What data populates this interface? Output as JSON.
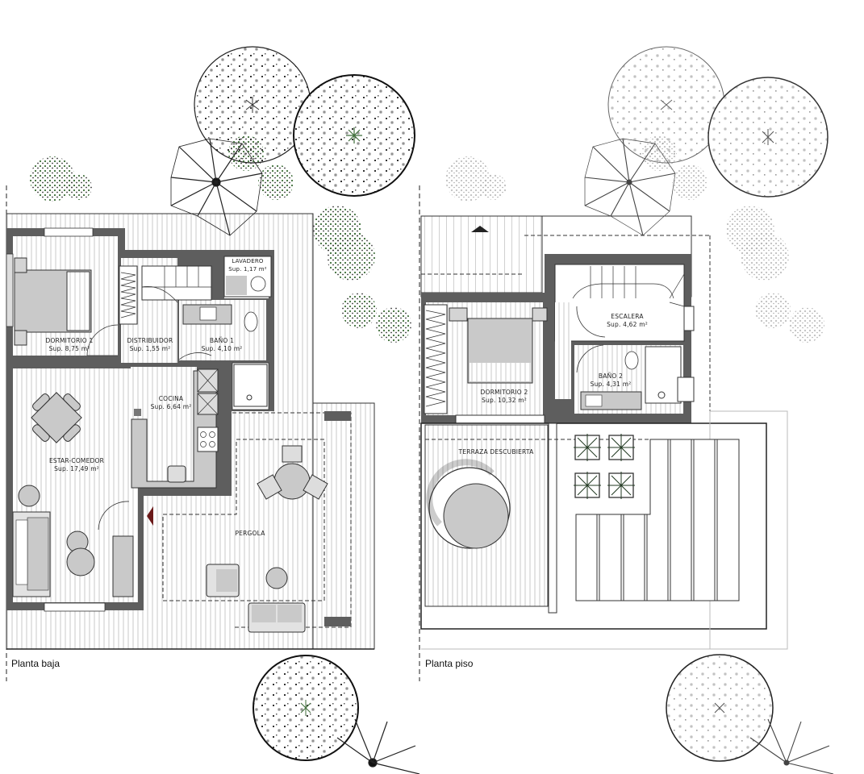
{
  "colors": {
    "wall": "#5e5e5e",
    "fill_gray": "#c9c9c9",
    "deck_line": "#bdbdbd",
    "tree_green": "#3f6e3a",
    "entry_marker": "#6b1a1a"
  },
  "plans": [
    {
      "title": "Planta baja",
      "rooms": [
        {
          "name": "DORMITORIO 1",
          "area": "Sup. 8,75 m²"
        },
        {
          "name": "DISTRIBUIDOR",
          "area": "Sup. 1,55 m²"
        },
        {
          "name": "BAÑO 1",
          "area": "Sup. 4,10 m²"
        },
        {
          "name": "LAVADERO",
          "area": "Sup. 1,17 m²"
        },
        {
          "name": "COCINA",
          "area": "Sup. 6,64 m²"
        },
        {
          "name": "ESTAR-COMEDOR",
          "area": "Sup. 17,49 m²"
        },
        {
          "name": "PERGOLA",
          "area": ""
        }
      ]
    },
    {
      "title": "Planta piso",
      "rooms": [
        {
          "name": "ESCALERA",
          "area": "Sup. 4,62 m²"
        },
        {
          "name": "DORMITORIO 2",
          "area": "Sup. 10,32 m²"
        },
        {
          "name": "BAÑO 2",
          "area": "Sup. 4,31 m²"
        },
        {
          "name": "TERRAZA DESCUBIERTA",
          "area": ""
        }
      ]
    }
  ],
  "icons": [
    "tree-icon",
    "shrub-icon",
    "palm-icon",
    "entry-arrow-icon",
    "bed-icon",
    "sofa-icon",
    "dining-table-icon",
    "stairs-icon",
    "toilet-icon",
    "shower-icon",
    "stove-icon",
    "sink-icon",
    "washing-machine-icon",
    "planter-icon",
    "round-sofa-icon"
  ]
}
